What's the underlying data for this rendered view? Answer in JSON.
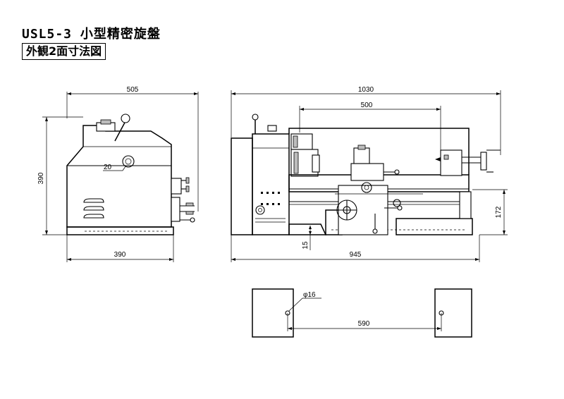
{
  "title": "USL5-3 小型精密旋盤",
  "subtitle": "外観2面寸法図",
  "dimensions": {
    "side_width": "505",
    "side_height": "390",
    "side_base": "390",
    "side_handle": "20",
    "front_length": "1030",
    "front_bed": "500",
    "front_base": "945",
    "front_height": "172",
    "front_gap": "15",
    "foot_hole": "φ16",
    "foot_span": "590"
  }
}
